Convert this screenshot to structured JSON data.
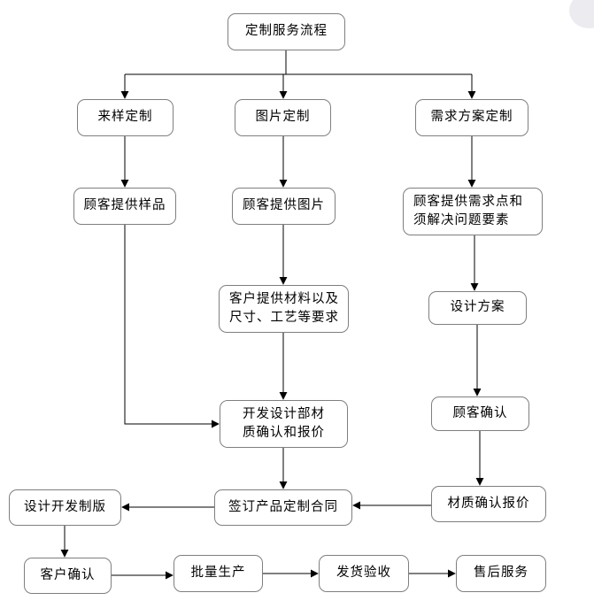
{
  "diagram": {
    "title": "定制服务流程",
    "box_border_color": "#7f7f7f",
    "line_color": "#000000",
    "background_color": "#ffffff",
    "nodes": [
      {
        "id": "root",
        "label": "定制服务流程"
      },
      {
        "id": "sample-custom",
        "label": "来样定制"
      },
      {
        "id": "picture-custom",
        "label": "图片定制"
      },
      {
        "id": "requirement-custom",
        "label": "需求方案定制"
      },
      {
        "id": "provide-sample",
        "label": "顾客提供样品"
      },
      {
        "id": "provide-picture",
        "label": "顾客提供图片"
      },
      {
        "id": "provide-requirements",
        "label": "顾客提供需求点和\n须解决问题要素"
      },
      {
        "id": "provide-materials",
        "label": "客户提供材料以及\n尺寸、工艺等要求"
      },
      {
        "id": "design-plan",
        "label": "设计方案"
      },
      {
        "id": "dev-material-quote",
        "label": "开发设计部材\n质确认和报价"
      },
      {
        "id": "customer-confirm-plan",
        "label": "顾客确认"
      },
      {
        "id": "design-plate",
        "label": "设计开发制版"
      },
      {
        "id": "sign-contract",
        "label": "签订产品定制合同"
      },
      {
        "id": "material-confirm-quote",
        "label": "材质确认报价"
      },
      {
        "id": "customer-confirm-final",
        "label": "客户确认"
      },
      {
        "id": "mass-production",
        "label": "批量生产"
      },
      {
        "id": "delivery-acceptance",
        "label": "发货验收"
      },
      {
        "id": "after-sale-service",
        "label": "售后服务"
      }
    ],
    "edges": [
      {
        "from": "root",
        "to": "sample-custom"
      },
      {
        "from": "root",
        "to": "picture-custom"
      },
      {
        "from": "root",
        "to": "requirement-custom"
      },
      {
        "from": "sample-custom",
        "to": "provide-sample"
      },
      {
        "from": "picture-custom",
        "to": "provide-picture"
      },
      {
        "from": "requirement-custom",
        "to": "provide-requirements"
      },
      {
        "from": "provide-picture",
        "to": "provide-materials"
      },
      {
        "from": "provide-requirements",
        "to": "design-plan"
      },
      {
        "from": "provide-materials",
        "to": "dev-material-quote"
      },
      {
        "from": "provide-sample",
        "to": "dev-material-quote"
      },
      {
        "from": "design-plan",
        "to": "customer-confirm-plan"
      },
      {
        "from": "customer-confirm-plan",
        "to": "material-confirm-quote"
      },
      {
        "from": "material-confirm-quote",
        "to": "sign-contract"
      },
      {
        "from": "dev-material-quote",
        "to": "sign-contract"
      },
      {
        "from": "sign-contract",
        "to": "design-plate"
      },
      {
        "from": "design-plate",
        "to": "customer-confirm-final"
      },
      {
        "from": "customer-confirm-final",
        "to": "mass-production"
      },
      {
        "from": "mass-production",
        "to": "delivery-acceptance"
      },
      {
        "from": "delivery-acceptance",
        "to": "after-sale-service"
      }
    ]
  }
}
